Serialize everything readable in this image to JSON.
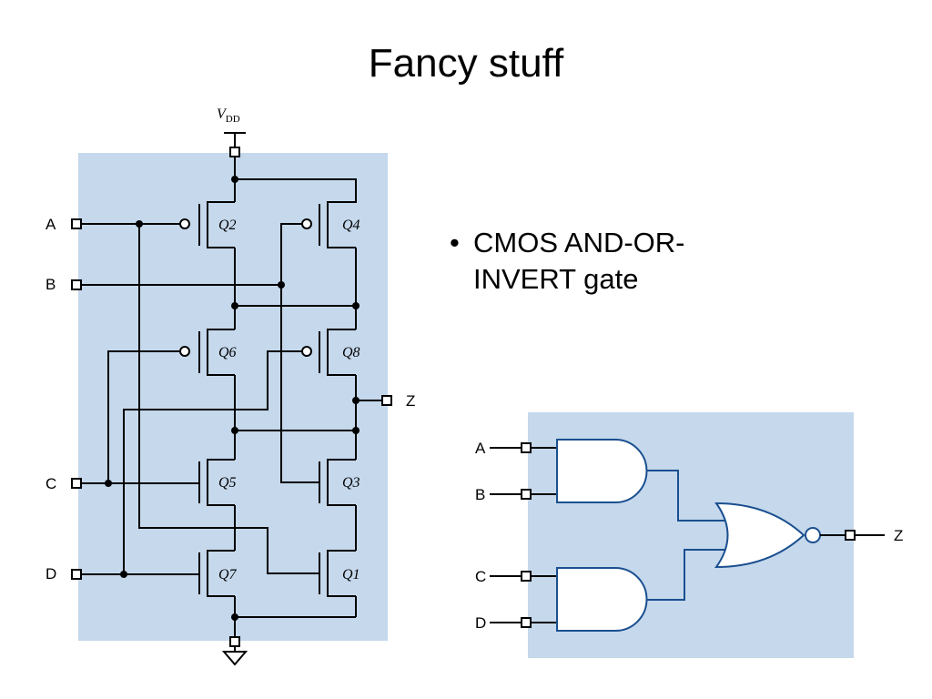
{
  "title": "Fancy stuff",
  "bullet": {
    "text": "CMOS AND-OR-INVERT gate"
  },
  "cmos": {
    "supply_label": "V",
    "supply_sub": "DD",
    "inputs": [
      "A",
      "B",
      "C",
      "D"
    ],
    "output": "Z",
    "transistors": [
      "Q2",
      "Q4",
      "Q6",
      "Q8",
      "Q5",
      "Q3",
      "Q7",
      "Q1"
    ]
  },
  "logic": {
    "inputs": [
      "A",
      "B",
      "C",
      "D"
    ],
    "output": "Z"
  },
  "colors": {
    "panel": "#c5d8ec",
    "gate_outline": "#1a4f8f"
  }
}
